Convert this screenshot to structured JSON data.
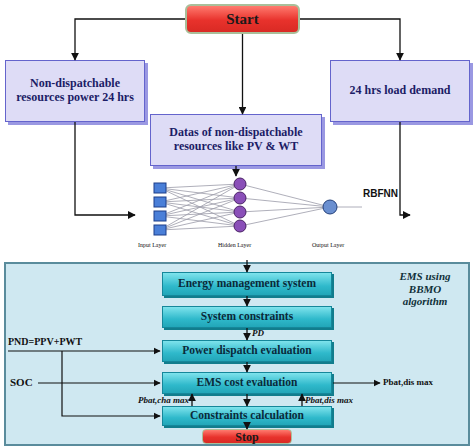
{
  "diagram": {
    "nodes": [
      {
        "text": [
          "Start"
        ]
      },
      {
        "text": [
          "Non-dispatchable resources power 24 hrs"
        ]
      },
      {
        "text": [
          "24 hrs load demand"
        ]
      },
      {
        "text": [
          "Datas of non-dispatchable resources like PV & WT"
        ]
      },
      {
        "text": [
          "RBFNN"
        ]
      },
      {
        "text": [
          "EMS using BBMO algorithm"
        ]
      },
      {
        "text": [
          "Energy management system"
        ],
        "in": 5
      },
      {
        "text": [
          "System constraints"
        ],
        "in": 5
      },
      {
        "text": [
          "Power dispatch evaluation"
        ],
        "in": 5
      },
      {
        "text": [
          "EMS cost evaluation"
        ],
        "in": 5
      },
      {
        "text": [
          "Constraints calculation"
        ],
        "in": 5
      },
      {
        "text": [
          "Stop"
        ],
        "in": 5
      }
    ],
    "edges": [
      {
        "from": 0,
        "to": 1,
        "arrow": "to"
      },
      {
        "from": 0,
        "to": 2,
        "arrow": "to"
      },
      {
        "from": 0,
        "to": 3,
        "arrow": "to"
      },
      {
        "from": 1,
        "to": 4,
        "arrow": "to"
      },
      {
        "from": 2,
        "to": 4,
        "arrow": "to"
      },
      {
        "from": 3,
        "to": 4,
        "arrow": "to"
      },
      {
        "from": 4,
        "to": 6,
        "arrow": "to"
      },
      {
        "from": 6,
        "to": 7,
        "arrow": "to"
      },
      {
        "from": 7,
        "to": 8,
        "label": "PD",
        "arrow": "to"
      },
      {
        "from": 8,
        "to": 9,
        "arrow": "to"
      },
      {
        "from": 9,
        "to": 10,
        "arrow": "to"
      },
      {
        "from": 10,
        "to": 9,
        "label": "Pbat,cha max",
        "arrow": "to"
      },
      {
        "from": 10,
        "to": 9,
        "label": "Pbat,dis max",
        "arrow": "to"
      },
      {
        "from": 10,
        "to": 11,
        "arrow": "to"
      }
    ],
    "labels": [
      "Input Layer",
      "Hidden Layer",
      "Output Layer",
      "PND=PPV+PWT",
      "SOC",
      "Pbat,dis max"
    ]
  }
}
